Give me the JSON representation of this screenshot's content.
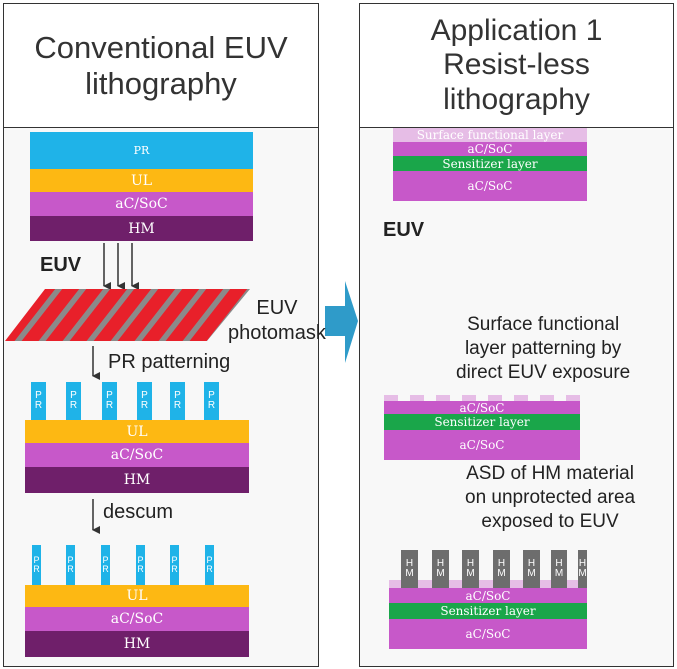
{
  "colors": {
    "pr": "#1fb3e8",
    "ul": "#fdb813",
    "acsoc": "#c758c9",
    "hm": "#6f1f6a",
    "sensitizer": "#1aa64a",
    "surface": "#e6bde6",
    "hm_pillar": "#6d6d6d",
    "mask_red": "#e8202a",
    "mask_gray": "#8a8a8a",
    "flow_arrow": "#2f9bc9"
  },
  "left_panel": {
    "title_lines": [
      "Conventional EUV",
      "lithography"
    ],
    "stack1": {
      "pr": "PR",
      "ul": "UL",
      "acsoc": "aC/SoC",
      "hm": "HM"
    },
    "euv_label": "EUV",
    "photomask_lines": [
      "EUV",
      "photomask"
    ],
    "step1_label": "PR patterning",
    "stack2": {
      "pillar_text": [
        "P",
        "R"
      ],
      "ul": "UL",
      "acsoc": "aC/SoC",
      "hm": "HM"
    },
    "step2_label": "descum",
    "stack3": {
      "pillar_text": [
        "P",
        "R"
      ],
      "ul": "UL",
      "acsoc": "aC/SoC",
      "hm": "HM"
    }
  },
  "right_panel": {
    "title_lines": [
      "Application 1",
      "Resist-less",
      "lithography"
    ],
    "stack1": {
      "surface": "Surface functional layer",
      "acsoc_top": "aC/SoC",
      "sensitizer": "Sensitizer layer",
      "acsoc_bottom": "aC/SoC"
    },
    "euv_label": "EUV",
    "step1_lines": [
      "Surface functional",
      "layer patterning by",
      "direct EUV exposure"
    ],
    "stack2": {
      "acsoc_top": "aC/SoC",
      "sensitizer": "Sensitizer layer",
      "acsoc_bottom": "aC/SoC"
    },
    "step2_lines": [
      "ASD of HM material",
      "on unprotected area",
      "exposed to EUV"
    ],
    "stack3": {
      "pillar_text": [
        "H",
        "M"
      ],
      "acsoc_top": "aC/SoC",
      "sensitizer": "Sensitizer layer",
      "acsoc_bottom": "aC/SoC"
    }
  }
}
